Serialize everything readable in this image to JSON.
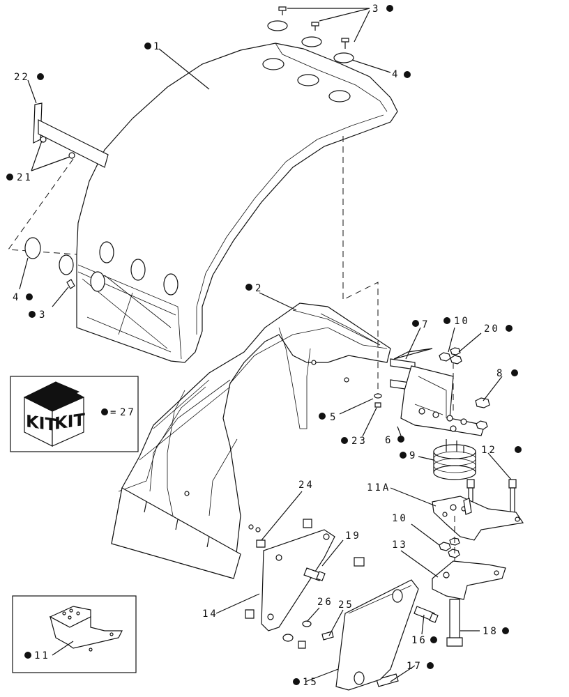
{
  "callouts": [
    {
      "id": "c1",
      "text": "1"
    },
    {
      "id": "c2",
      "text": "2"
    },
    {
      "id": "c3a",
      "text": "3"
    },
    {
      "id": "c3b",
      "text": "3"
    },
    {
      "id": "c4a",
      "text": "4"
    },
    {
      "id": "c4b",
      "text": "4"
    },
    {
      "id": "c5",
      "text": "5"
    },
    {
      "id": "c6",
      "text": "6"
    },
    {
      "id": "c7",
      "text": "7"
    },
    {
      "id": "c8",
      "text": "8"
    },
    {
      "id": "c9",
      "text": "9"
    },
    {
      "id": "c10a",
      "text": "10"
    },
    {
      "id": "c10b",
      "text": "10"
    },
    {
      "id": "c11",
      "text": "11"
    },
    {
      "id": "c11a",
      "text": "11A"
    },
    {
      "id": "c12",
      "text": "12"
    },
    {
      "id": "c13",
      "text": "13"
    },
    {
      "id": "c14",
      "text": "14"
    },
    {
      "id": "c15",
      "text": "15"
    },
    {
      "id": "c16",
      "text": "16"
    },
    {
      "id": "c17",
      "text": "17"
    },
    {
      "id": "c18",
      "text": "18"
    },
    {
      "id": "c19",
      "text": "19"
    },
    {
      "id": "c20",
      "text": "20"
    },
    {
      "id": "c21",
      "text": "21"
    },
    {
      "id": "c22",
      "text": "22"
    },
    {
      "id": "c23",
      "text": "23"
    },
    {
      "id": "c24",
      "text": "24"
    },
    {
      "id": "c25",
      "text": "25"
    },
    {
      "id": "c26",
      "text": "26"
    }
  ],
  "kit_legend": {
    "kit_word": "KIT",
    "equals": "=",
    "number": "27"
  }
}
